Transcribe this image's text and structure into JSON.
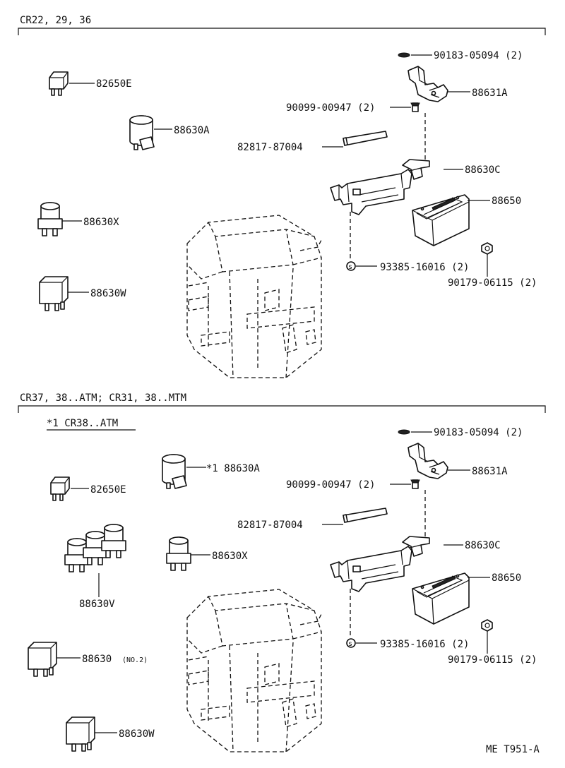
{
  "section1": {
    "header": "CR22, 29, 36",
    "labels": {
      "p82650E": "82650E",
      "p88630A": "88630A",
      "p88630X": "88630X",
      "p88630W": "88630W",
      "p90183": "90183-05094 (2)",
      "p88631A": "88631A",
      "p90099": "90099-00947 (2)",
      "p82817": "82817-87004",
      "p88630C": "88630C",
      "p88650": "88650",
      "p93385": "93385-16016 (2)",
      "p90179": "90179-06115 (2)"
    }
  },
  "section2": {
    "header": "CR37, 38..ATM;  CR31, 38..MTM",
    "note": "*1 CR38..ATM",
    "labels": {
      "p82650E": "82650E",
      "p88630A": "*1 88630A",
      "p88630X": "88630X",
      "p88630V": "88630V",
      "p88630": "88630",
      "p88630_note": "(NO.2)",
      "p88630W": "88630W",
      "p90183": "90183-05094 (2)",
      "p88631A": "88631A",
      "p90099": "90099-00947 (2)",
      "p82817": "82817-87004",
      "p88630C": "88630C",
      "p88650": "88650",
      "p93385": "93385-16016 (2)",
      "p90179": "90179-06115 (2)"
    }
  },
  "footer": {
    "code": "ME T951-A"
  }
}
